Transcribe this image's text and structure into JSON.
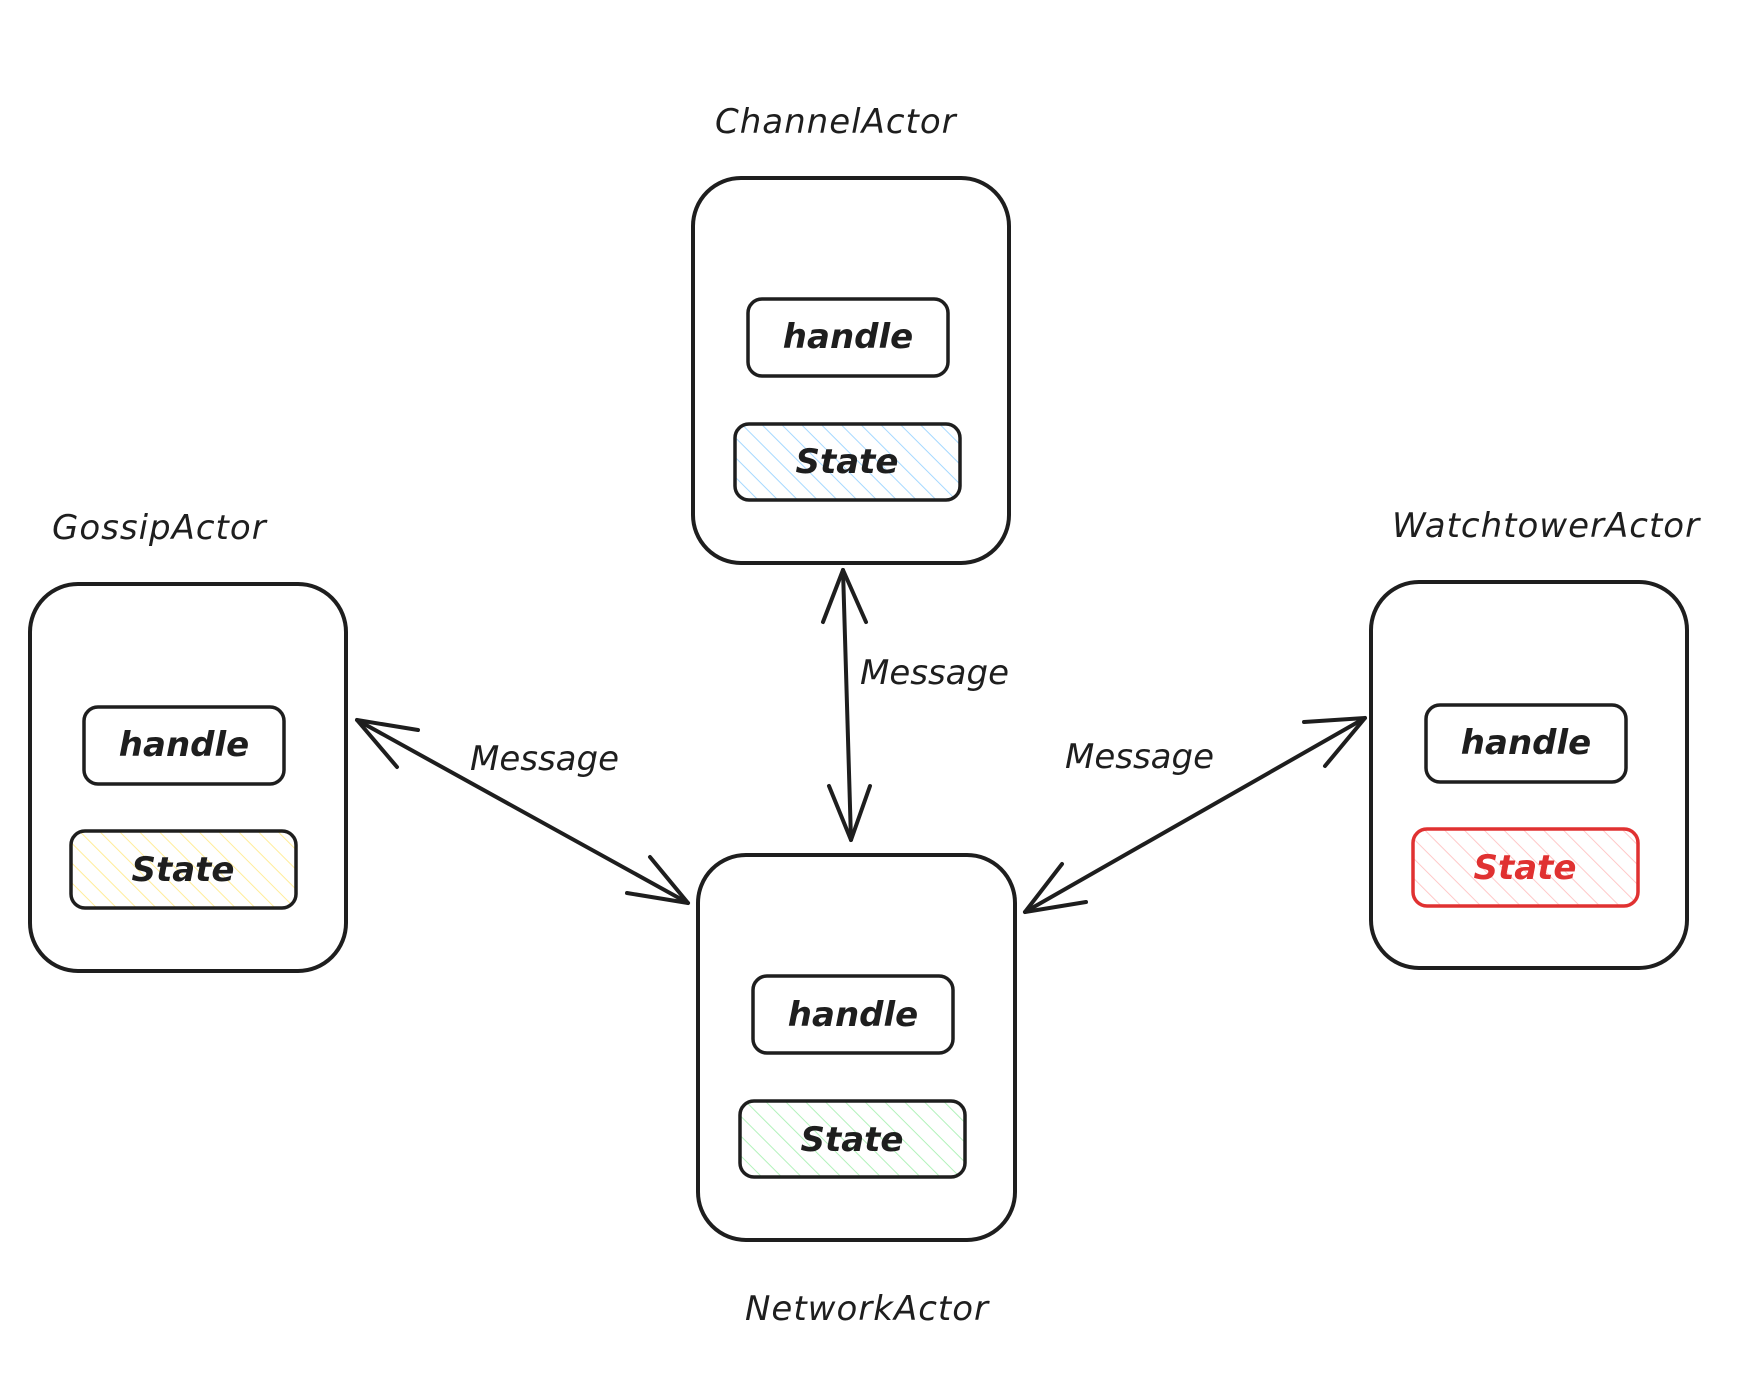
{
  "actors": {
    "channel": {
      "title": "ChannelActor",
      "handle_label": "handle",
      "state_label": "State",
      "state_color": "#a5d8ff",
      "state_stroke": "#1e1e1e",
      "state_text_color": "#1e1e1e"
    },
    "gossip": {
      "title": "GossipActor",
      "handle_label": "handle",
      "state_label": "State",
      "state_color": "#ffec99",
      "state_stroke": "#1e1e1e",
      "state_text_color": "#1e1e1e"
    },
    "watchtower": {
      "title": "WatchtowerActor",
      "handle_label": "handle",
      "state_label": "State",
      "state_color": "#ffc9c9",
      "state_stroke": "#e03131",
      "state_text_color": "#e03131"
    },
    "network": {
      "title": "NetworkActor",
      "handle_label": "handle",
      "state_label": "State",
      "state_color": "#b2f2bb",
      "state_stroke": "#1e1e1e",
      "state_text_color": "#1e1e1e"
    }
  },
  "connections": {
    "gossip_network": "Message",
    "channel_network": "Message",
    "watchtower_network": "Message"
  }
}
